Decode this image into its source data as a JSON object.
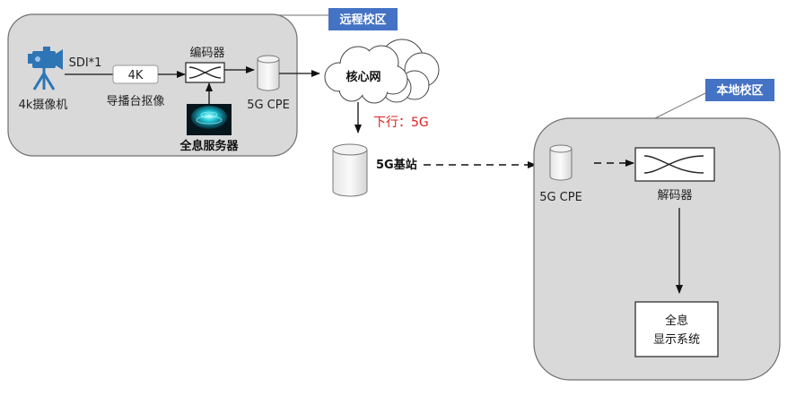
{
  "zones": {
    "remote": {
      "tag": "远程校区"
    },
    "local": {
      "tag": "本地校区"
    }
  },
  "remote": {
    "camera_label": "4k摄像机",
    "sdi_label": "SDI*1",
    "box_4k": "4K",
    "director_label": "导播台抠像",
    "encoder_label": "编码器",
    "cpe_label": "5G CPE",
    "server_label": "全息服务器"
  },
  "network": {
    "core_label": "核心网",
    "downlink_label": "下行：5G",
    "base_station_label": "5G基站"
  },
  "local": {
    "cpe_label": "5G CPE",
    "decoder_label": "解码器",
    "display_line1": "全息",
    "display_line2": "显示系统"
  },
  "colors": {
    "zone_fill": "#d9d9d9",
    "zone_stroke": "#707070",
    "tag_fill": "#4472c4",
    "camera_blue": "#2e75b6",
    "downlink_red": "#e02020"
  }
}
